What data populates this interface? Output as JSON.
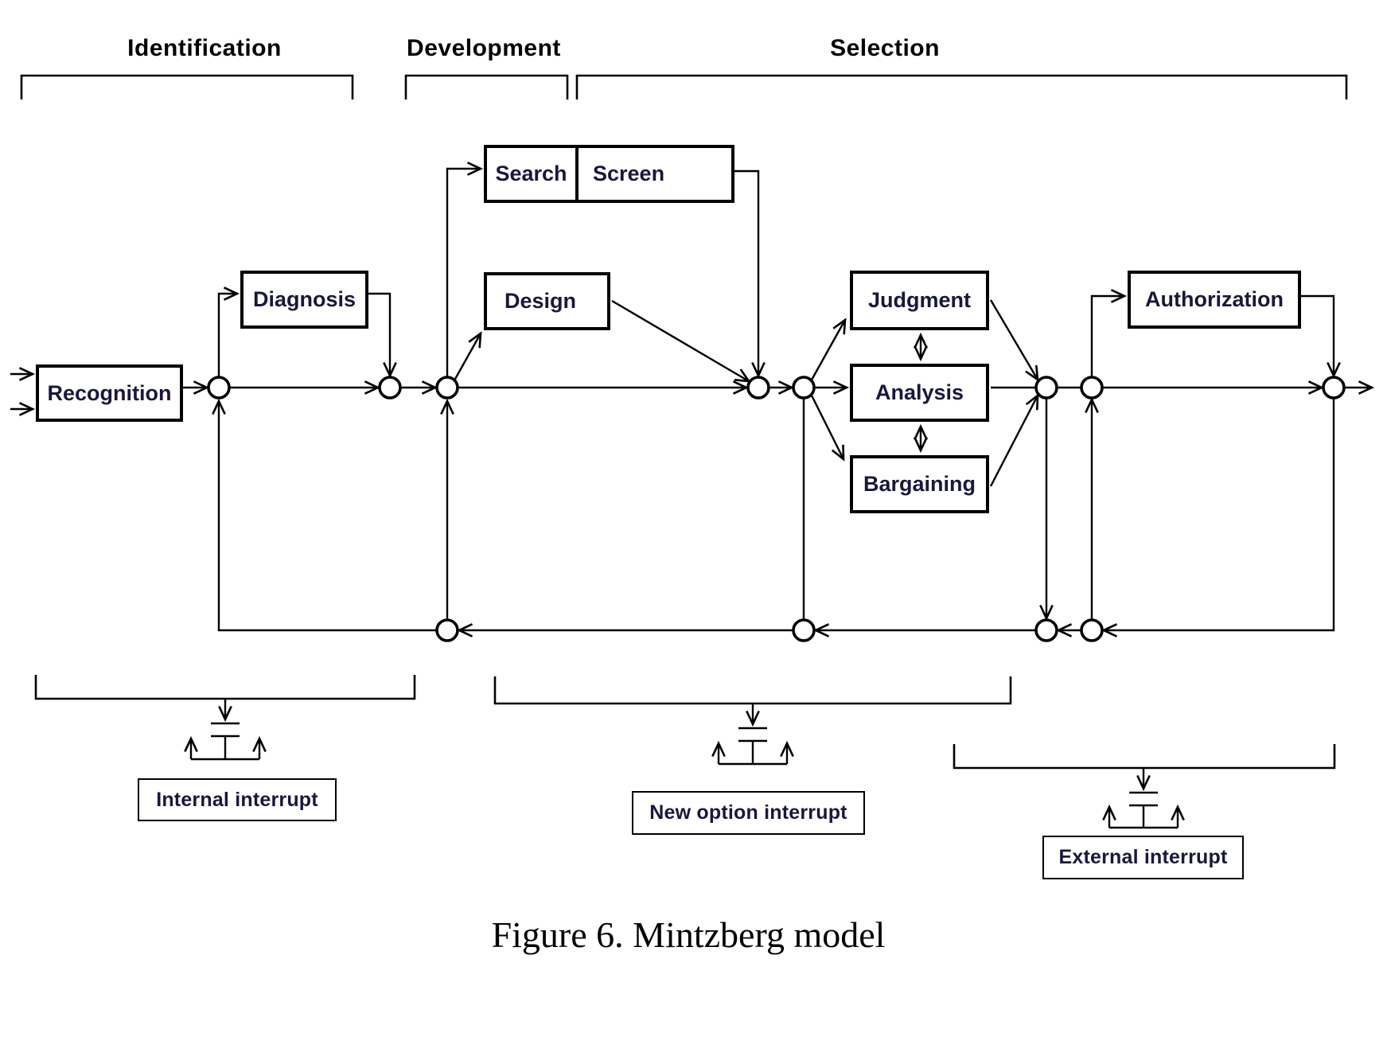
{
  "phases": {
    "identification": "Identification",
    "development": "Development",
    "selection": "Selection"
  },
  "boxes": {
    "recognition": "Recognition",
    "diagnosis": "Diagnosis",
    "search": "Search",
    "screen": "Screen",
    "design": "Design",
    "judgment": "Judgment",
    "analysis": "Analysis",
    "bargaining": "Bargaining",
    "authorization": "Authorization"
  },
  "interrupts": {
    "internal": "Internal interrupt",
    "new_option": "New option interrupt",
    "external": "External interrupt"
  },
  "caption": "Figure 6. Mintzberg model",
  "colors": {
    "line": "#000000",
    "box_text": "#18183d",
    "background": "#ffffff"
  }
}
